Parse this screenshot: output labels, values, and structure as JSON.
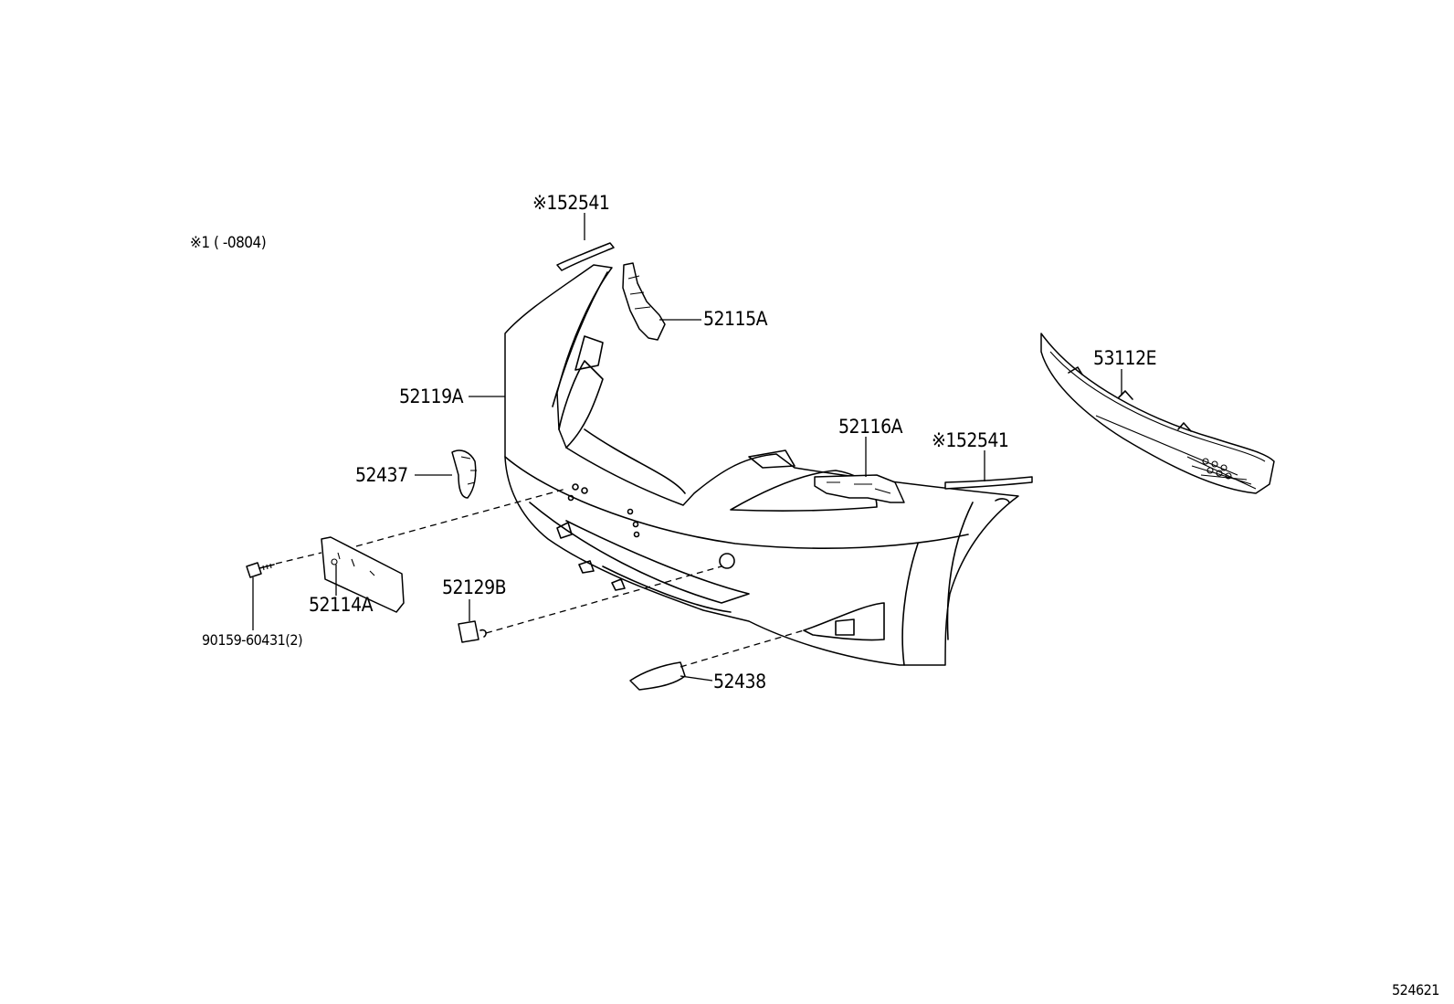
{
  "note": {
    "mark": "※1",
    "range": "(      -0804)"
  },
  "parts": {
    "p52541_top": "※152541",
    "p52115A": "52115A",
    "p53112E": "53112E",
    "p52119A": "52119A",
    "p52116A": "52116A",
    "p52541_mid": "※152541",
    "p52437": "52437",
    "p52114A": "52114A",
    "p52129B": "52129B",
    "p90159": "90159-60431(2)",
    "p52438": "52438"
  },
  "diagram_id": "524621"
}
